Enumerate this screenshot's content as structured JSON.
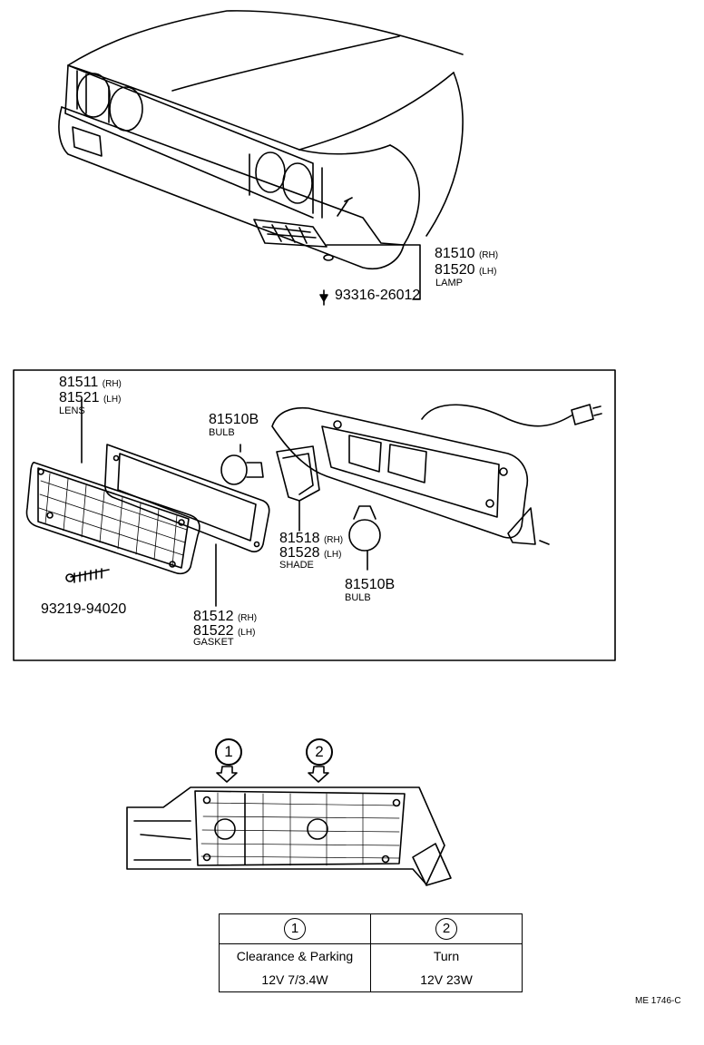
{
  "lamp_assembly": {
    "rh_part": "81510",
    "rh_side": "(RH)",
    "lh_part": "81520",
    "lh_side": "(LH)",
    "name": "LAMP",
    "screw": "93316-26012"
  },
  "lens": {
    "rh_part": "81511",
    "rh_side": "(RH)",
    "lh_part": "81521",
    "lh_side": "(LH)",
    "name": "LENS"
  },
  "bulb_top": {
    "part": "81510B",
    "name": "BULB"
  },
  "shade": {
    "rh_part": "81518",
    "rh_side": "(RH)",
    "lh_part": "81528",
    "lh_side": "(LH)",
    "name": "SHADE"
  },
  "bulb_bottom": {
    "part": "81510B",
    "name": "BULB"
  },
  "lens_screw": "93219-94020",
  "gasket": {
    "rh_part": "81512",
    "rh_side": "(RH)",
    "lh_part": "81522",
    "lh_side": "(LH)",
    "name": "GASKET"
  },
  "markers": {
    "one": "1",
    "two": "2"
  },
  "spec_table": {
    "col1": {
      "marker": "1",
      "function": "Clearance & Parking",
      "rating": "12V 7/3.4W"
    },
    "col2": {
      "marker": "2",
      "function": "Turn",
      "rating": "12V 23W"
    }
  },
  "figure_code": "ME 1746-C"
}
